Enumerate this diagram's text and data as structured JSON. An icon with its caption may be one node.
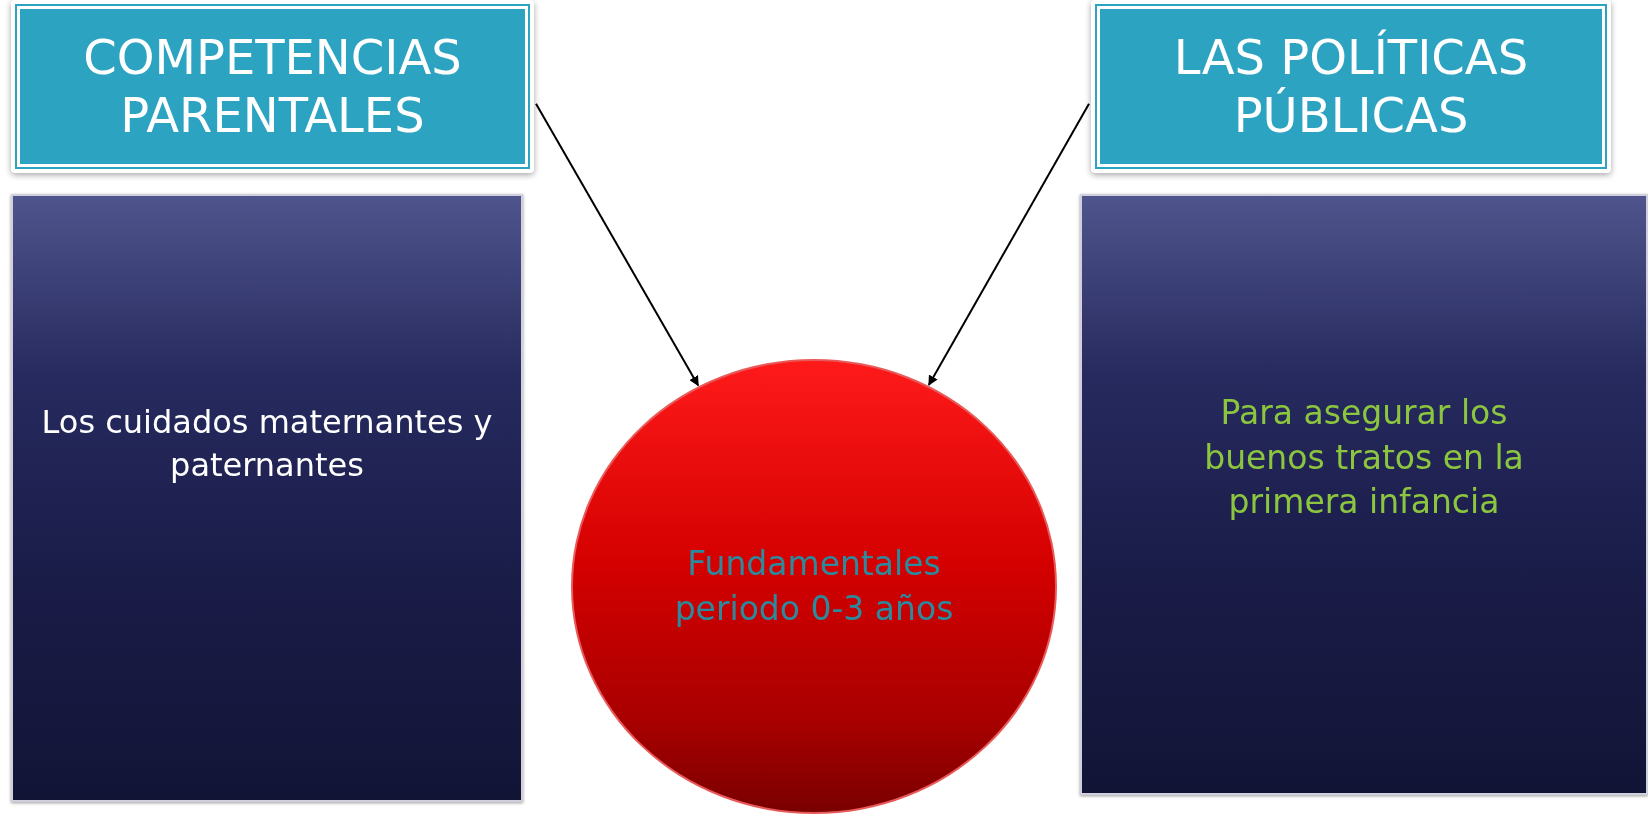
{
  "diagram": {
    "nodes": [
      {
        "text": [
          "COMPETENCIAS PARENTALES"
        ]
      },
      {
        "text": [
          "Los cuidados maternantes y paternantes"
        ]
      },
      {
        "text": [
          "Fundamentales periodo 0-3 años"
        ]
      },
      {
        "text": [
          "LAS POLÍTICAS PÚBLICAS"
        ]
      },
      {
        "text": [
          "Para asegurar los buenos tratos en la primera infancia"
        ]
      }
    ],
    "edges": [
      {
        "from": 0,
        "to": 2,
        "arrow": "to"
      },
      {
        "from": 3,
        "to": 2,
        "arrow": "to"
      }
    ]
  }
}
